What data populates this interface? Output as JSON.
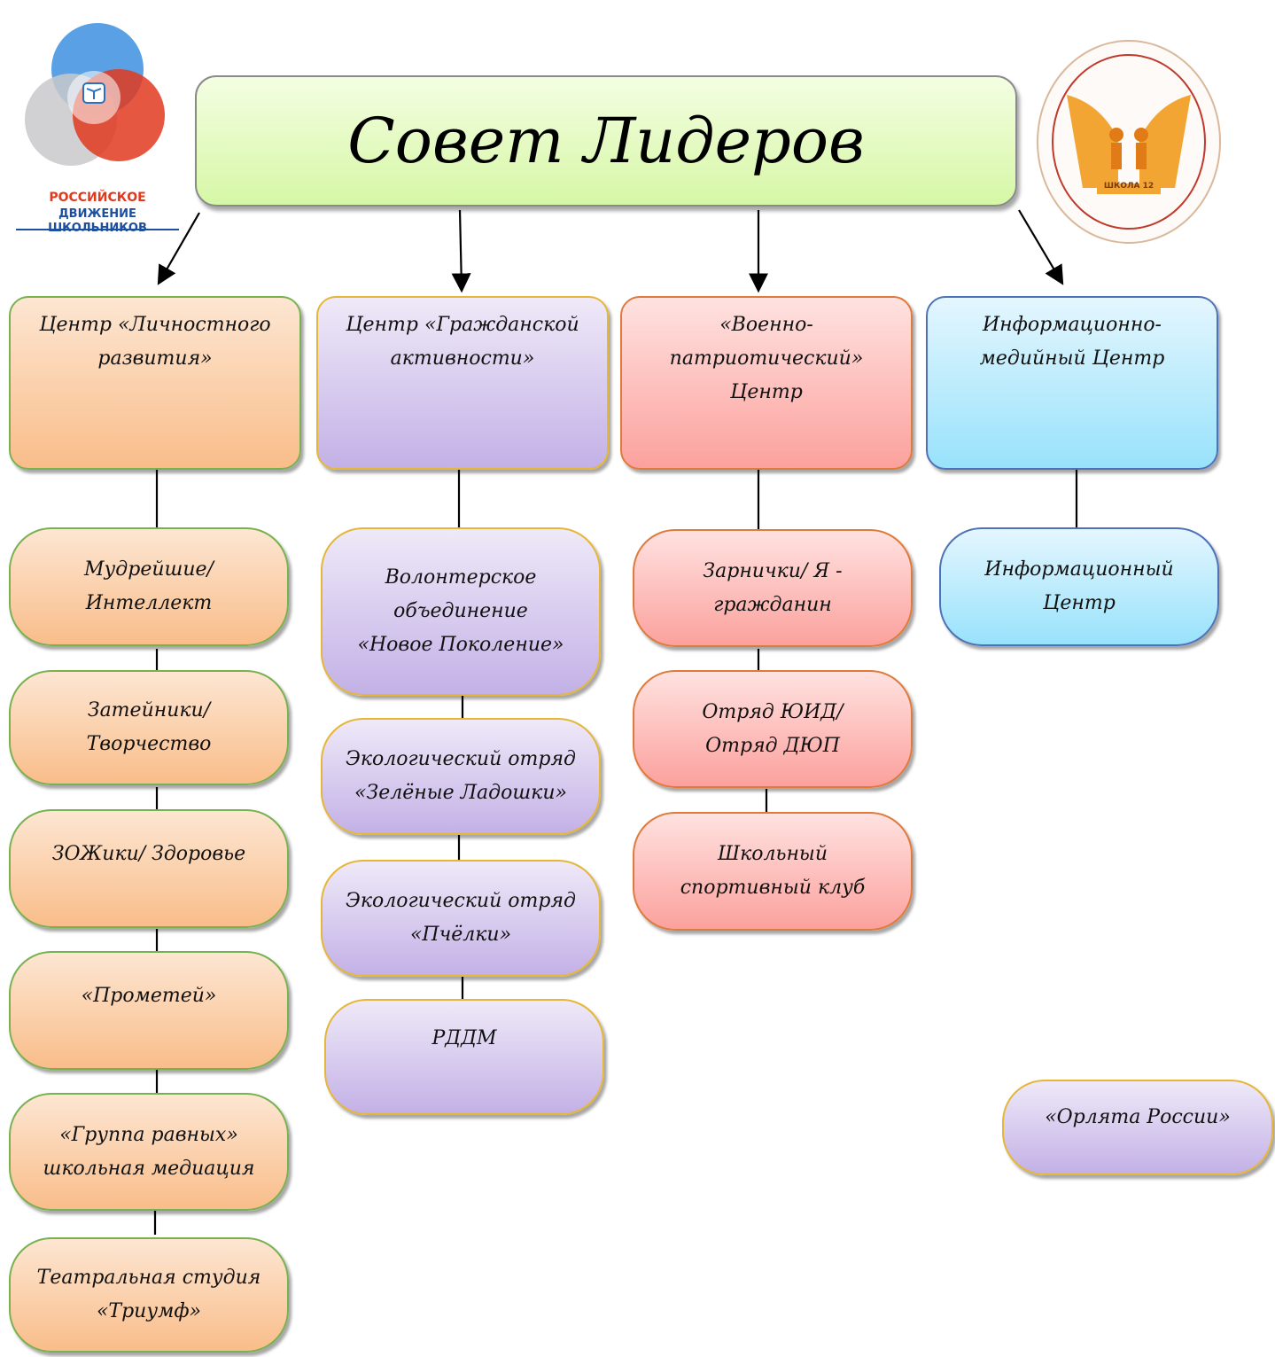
{
  "title": "Совет Лидеров",
  "logo_left": {
    "line1": "РОССИЙСКОЕ",
    "line2": "ДВИЖЕНИЕ ШКОЛЬНИКОВ"
  },
  "logo_right": {
    "text": "ШКОЛА 12"
  },
  "centers": [
    {
      "label": "Центр «Личностного развития»"
    },
    {
      "label": "Центр «Гражданской активности»"
    },
    {
      "label": "«Военно-патриотический» Центр"
    },
    {
      "label": "Информационно-медийный Центр"
    }
  ],
  "col1": [
    "Мудрейшие/ Интеллект",
    "Затейники/ Творчество",
    "ЗОЖики/ Здоровье",
    "«Прометей»",
    "«Группа равных» школьная медиация",
    "Театральная студия «Триумф»"
  ],
  "col2": [
    "Волонтерское объединение «Новое Поколение»",
    "Экологический отряд «Зелёные Ладошки»",
    "Экологический отряд «Пчёлки»",
    "РДДМ"
  ],
  "col3": [
    "Зарнички/ Я - гражданин",
    "Отряд ЮИД/ Отряд ДЮП",
    "Школьный спортивный клуб"
  ],
  "col4": [
    "Информационный Центр"
  ],
  "extra": "«Орлята России»",
  "colors": {
    "orange": "#f9bd8a",
    "purple": "#c3b1e6",
    "red": "#fca19d",
    "blue": "#98e2fb",
    "title": "#d6f7a6"
  }
}
